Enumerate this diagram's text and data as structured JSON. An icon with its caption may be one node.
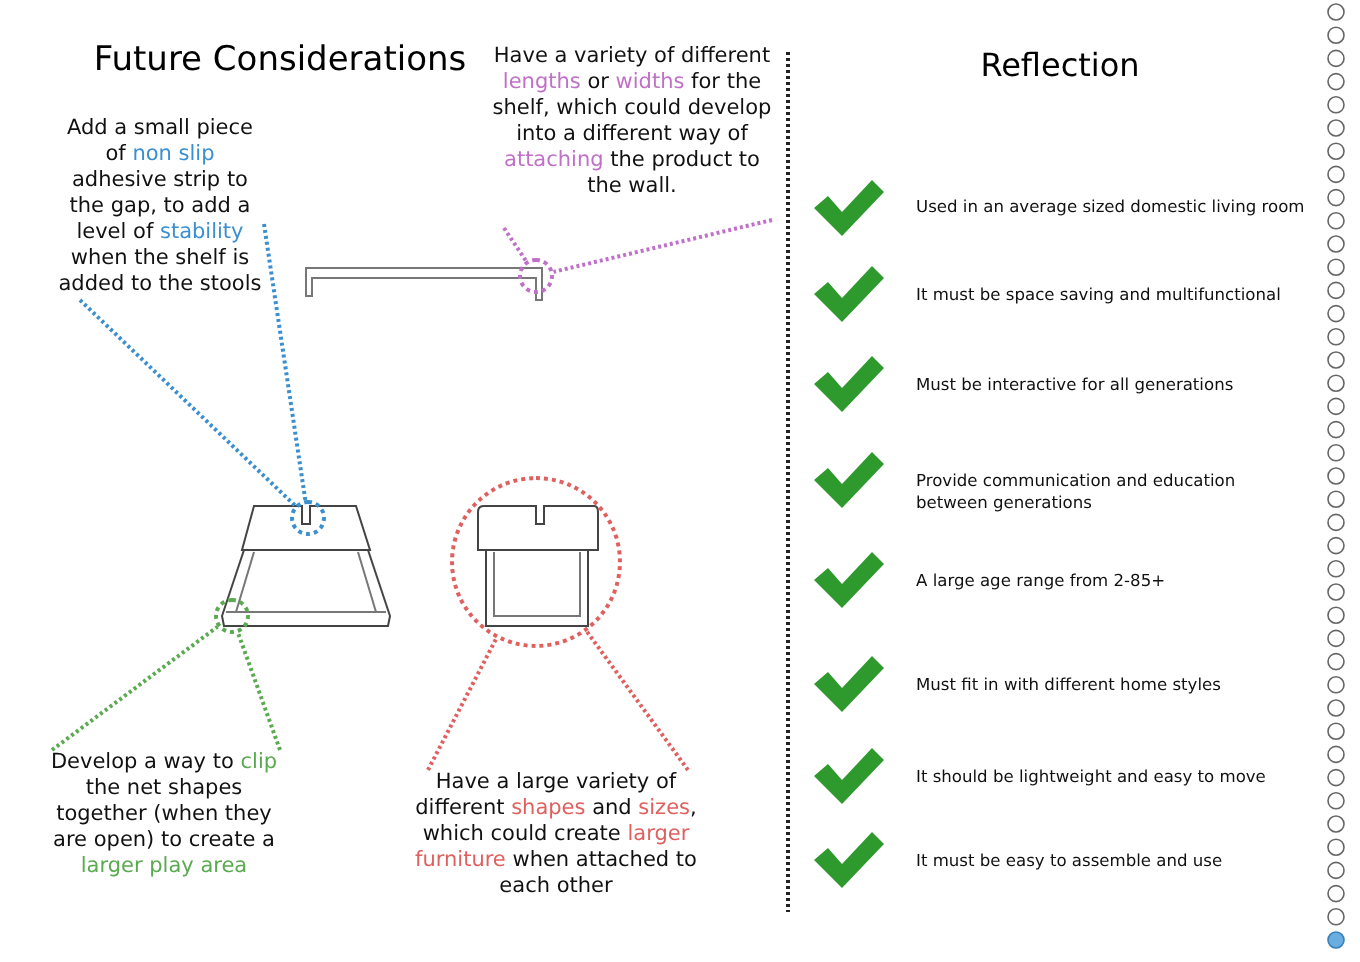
{
  "diagram": {
    "title": "Future Considerations",
    "nodes": [
      {
        "text": [
          "Add a small piece of *non slip* adhesive strip to the gap, to add a level of *stability* when the shelf is added to the stools"
        ]
      },
      {
        "text": [],
        "shape": "circle"
      },
      {
        "text": [
          "Have a variety of different *lengths* or *widths* for the shelf, which could develop into a different way of *attaching* the product to the wall."
        ]
      },
      {
        "text": [],
        "shape": "circle"
      },
      {
        "text": [
          "Develop a way to *clip* the net shapes together (when they are open) to create a *larger play area*"
        ]
      },
      {
        "text": [],
        "shape": "circle"
      },
      {
        "text": [
          "Have a large variety of different *shapes* and *sizes*, which could create *larger furniture* when attached to each other"
        ]
      },
      {
        "text": [],
        "shape": "circle"
      }
    ],
    "edges": [
      {
        "from": 0,
        "to": 1,
        "arrow": "none",
        "color": "#3a8fd0"
      },
      {
        "from": 0,
        "to": 1,
        "arrow": "none",
        "color": "#3a8fd0"
      },
      {
        "from": 2,
        "to": 3,
        "arrow": "none",
        "color": "#c070c8"
      },
      {
        "from": 2,
        "to": 3,
        "arrow": "none",
        "color": "#c070c8"
      },
      {
        "from": 4,
        "to": 5,
        "arrow": "none",
        "color": "#5aaa50"
      },
      {
        "from": 4,
        "to": 5,
        "arrow": "none",
        "color": "#5aaa50"
      },
      {
        "from": 6,
        "to": 7,
        "arrow": "none",
        "color": "#e06060"
      },
      {
        "from": 6,
        "to": 7,
        "arrow": "none",
        "color": "#e06060"
      }
    ],
    "labels": [
      "Reflection",
      "Used in an average sized domestic living room",
      "It must be space saving and multifunctional",
      "Must be interactive for all generations",
      "Provide communication and education between generations",
      "A large age range from 2-85+",
      "Must fit in with different home styles",
      "It should be lightweight and easy to move",
      "It must be easy to assemble and use"
    ]
  }
}
